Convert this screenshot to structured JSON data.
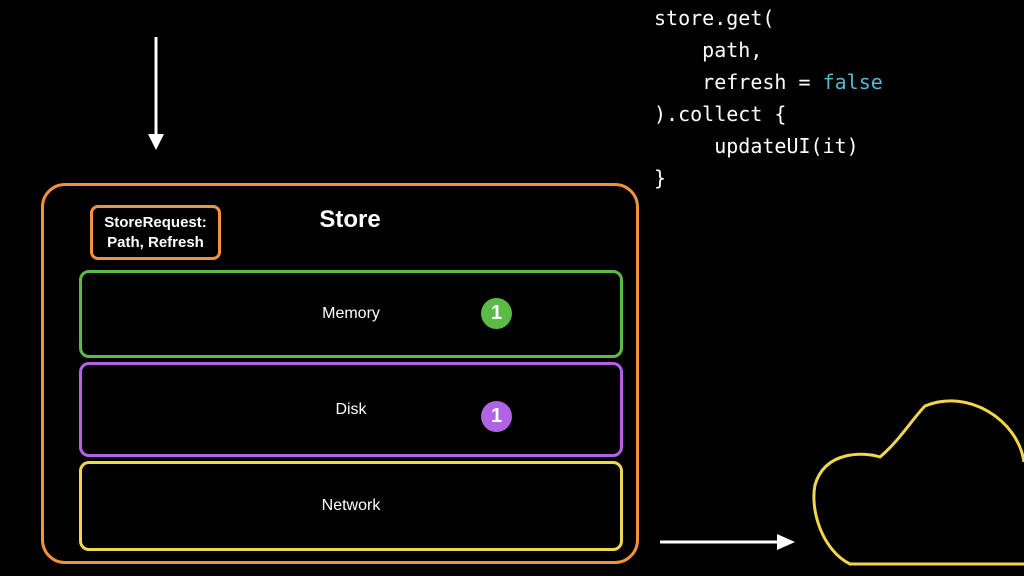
{
  "store": {
    "title": "Store",
    "request_line1": "StoreRequest:",
    "request_line2": "Path, Refresh",
    "layers": [
      {
        "label": "Memory",
        "badge": "1",
        "color": "#5cba47"
      },
      {
        "label": "Disk",
        "badge": "1",
        "color": "#b263e3"
      },
      {
        "label": "Network",
        "color": "#f2d74c"
      }
    ],
    "frame_color": "#f0943a"
  },
  "code": {
    "line1": "store.get(",
    "line2": "path,",
    "line3_prefix": "refresh = ",
    "line3_value": "false",
    "line4": ").collect {",
    "line5": "updateUI(it)",
    "line6": "}"
  },
  "icons": [
    "down-arrow-icon",
    "right-arrow-icon",
    "cloud-icon"
  ],
  "colors": {
    "background": "#000000",
    "arrow": "#ffffff",
    "cloud": "#f2d74c",
    "code_keyword": "#4fb8d6"
  }
}
